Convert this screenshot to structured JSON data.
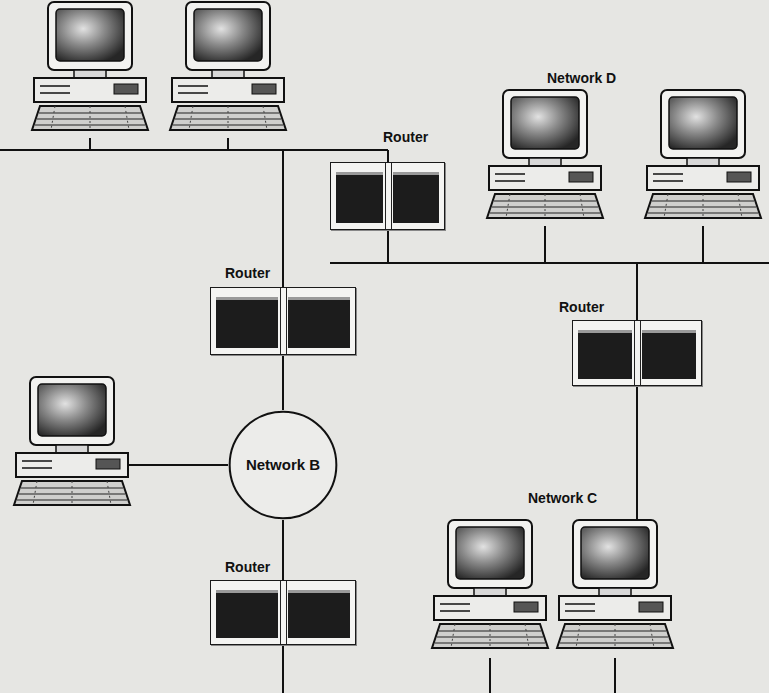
{
  "diagram": {
    "nodes": [
      {
        "text": [
          "Router"
        ]
      },
      {
        "text": [
          "Router"
        ]
      },
      {
        "text": [
          "Router"
        ]
      },
      {
        "text": [
          "Network B"
        ]
      },
      {
        "text": [
          "Router"
        ]
      }
    ],
    "edges": [
      {
        "from": 1,
        "to": 3,
        "arrow": "none"
      },
      {
        "from": 3,
        "to": 4,
        "arrow": "none"
      }
    ],
    "labels": [
      "Network D",
      "Network C"
    ]
  }
}
